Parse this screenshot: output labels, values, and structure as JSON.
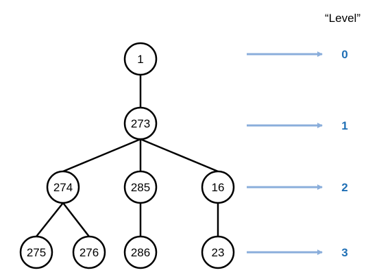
{
  "level_title": "“Level”",
  "colors": {
    "arrow": "#8aaedb",
    "level_text": "#1f6fb5",
    "node_stroke": "#000000",
    "edge": "#000000"
  },
  "nodes": [
    {
      "id": "n1",
      "label": "1",
      "level": 0
    },
    {
      "id": "n273",
      "label": "273",
      "level": 1
    },
    {
      "id": "n274",
      "label": "274",
      "level": 2
    },
    {
      "id": "n285",
      "label": "285",
      "level": 2
    },
    {
      "id": "n16",
      "label": "16",
      "level": 2
    },
    {
      "id": "n275",
      "label": "275",
      "level": 3
    },
    {
      "id": "n276",
      "label": "276",
      "level": 3
    },
    {
      "id": "n286",
      "label": "286",
      "level": 3
    },
    {
      "id": "n23",
      "label": "23",
      "level": 3
    }
  ],
  "edges": [
    {
      "from": "n1",
      "to": "n273"
    },
    {
      "from": "n273",
      "to": "n274"
    },
    {
      "from": "n273",
      "to": "n285"
    },
    {
      "from": "n273",
      "to": "n16"
    },
    {
      "from": "n274",
      "to": "n275"
    },
    {
      "from": "n274",
      "to": "n276"
    },
    {
      "from": "n285",
      "to": "n286"
    },
    {
      "from": "n16",
      "to": "n23"
    }
  ],
  "levels": [
    {
      "label": "0"
    },
    {
      "label": "1"
    },
    {
      "label": "2"
    },
    {
      "label": "3"
    }
  ]
}
